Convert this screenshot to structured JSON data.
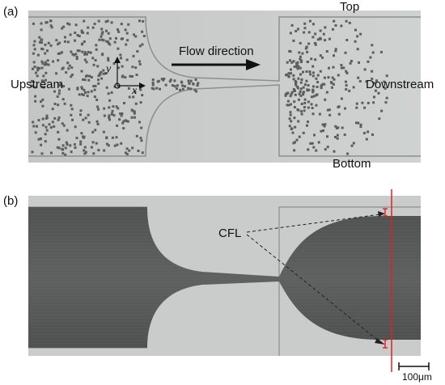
{
  "panel_a": {
    "label": "(a)",
    "top_label": "Top",
    "bottom_label": "Bottom",
    "upstream_label": "Upstream",
    "downstream_label": "Downstream",
    "flow_label": "Flow direction",
    "axis_y": "y",
    "axis_x": "x"
  },
  "panel_b": {
    "label": "(b)",
    "cfl_label": "CFL"
  },
  "scale_bar": {
    "label": "100μm"
  },
  "colors": {
    "background_gray": "#c9cccb",
    "cells_dark": "#575a59",
    "red_line": "#e02020"
  }
}
